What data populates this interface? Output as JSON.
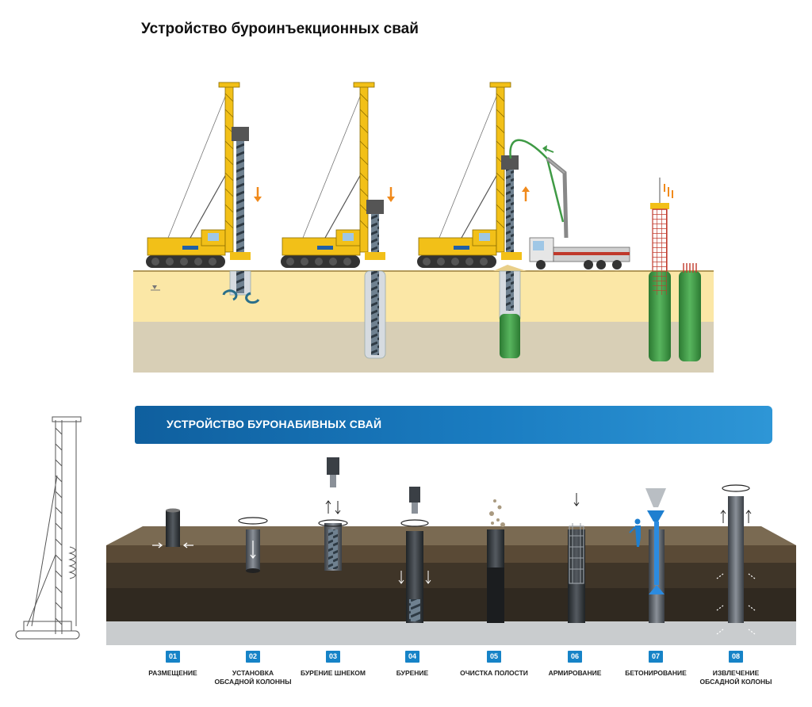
{
  "top": {
    "title": "Устройство буроинъекционных свай"
  },
  "banner": {
    "title": "УСТРОЙСТВО БУРОНАБИВНЫХ СВАЙ"
  },
  "steps": [
    {
      "num": "01",
      "label": "РАЗМЕЩЕНИЕ"
    },
    {
      "num": "02",
      "label": "УСТАНОВКА\nОБСАДНОЙ КОЛОННЫ"
    },
    {
      "num": "03",
      "label": "БУРЕНИЕ ШНЕКОМ"
    },
    {
      "num": "04",
      "label": "БУРЕНИЕ"
    },
    {
      "num": "05",
      "label": "ОЧИСТКА ПОЛОСТИ"
    },
    {
      "num": "06",
      "label": "АРМИРОВАНИЕ"
    },
    {
      "num": "07",
      "label": "БЕТОНИРОВАНИЕ"
    },
    {
      "num": "08",
      "label": "ИЗВЛЕЧЕНИЕ\nОБСАДНОЙ КОЛОНЫ"
    }
  ],
  "colors": {
    "accent": "#1683c7",
    "rig_yellow": "#f2c018",
    "concrete_green": "#3f9a45",
    "arrow_orange": "#f08a1c"
  }
}
